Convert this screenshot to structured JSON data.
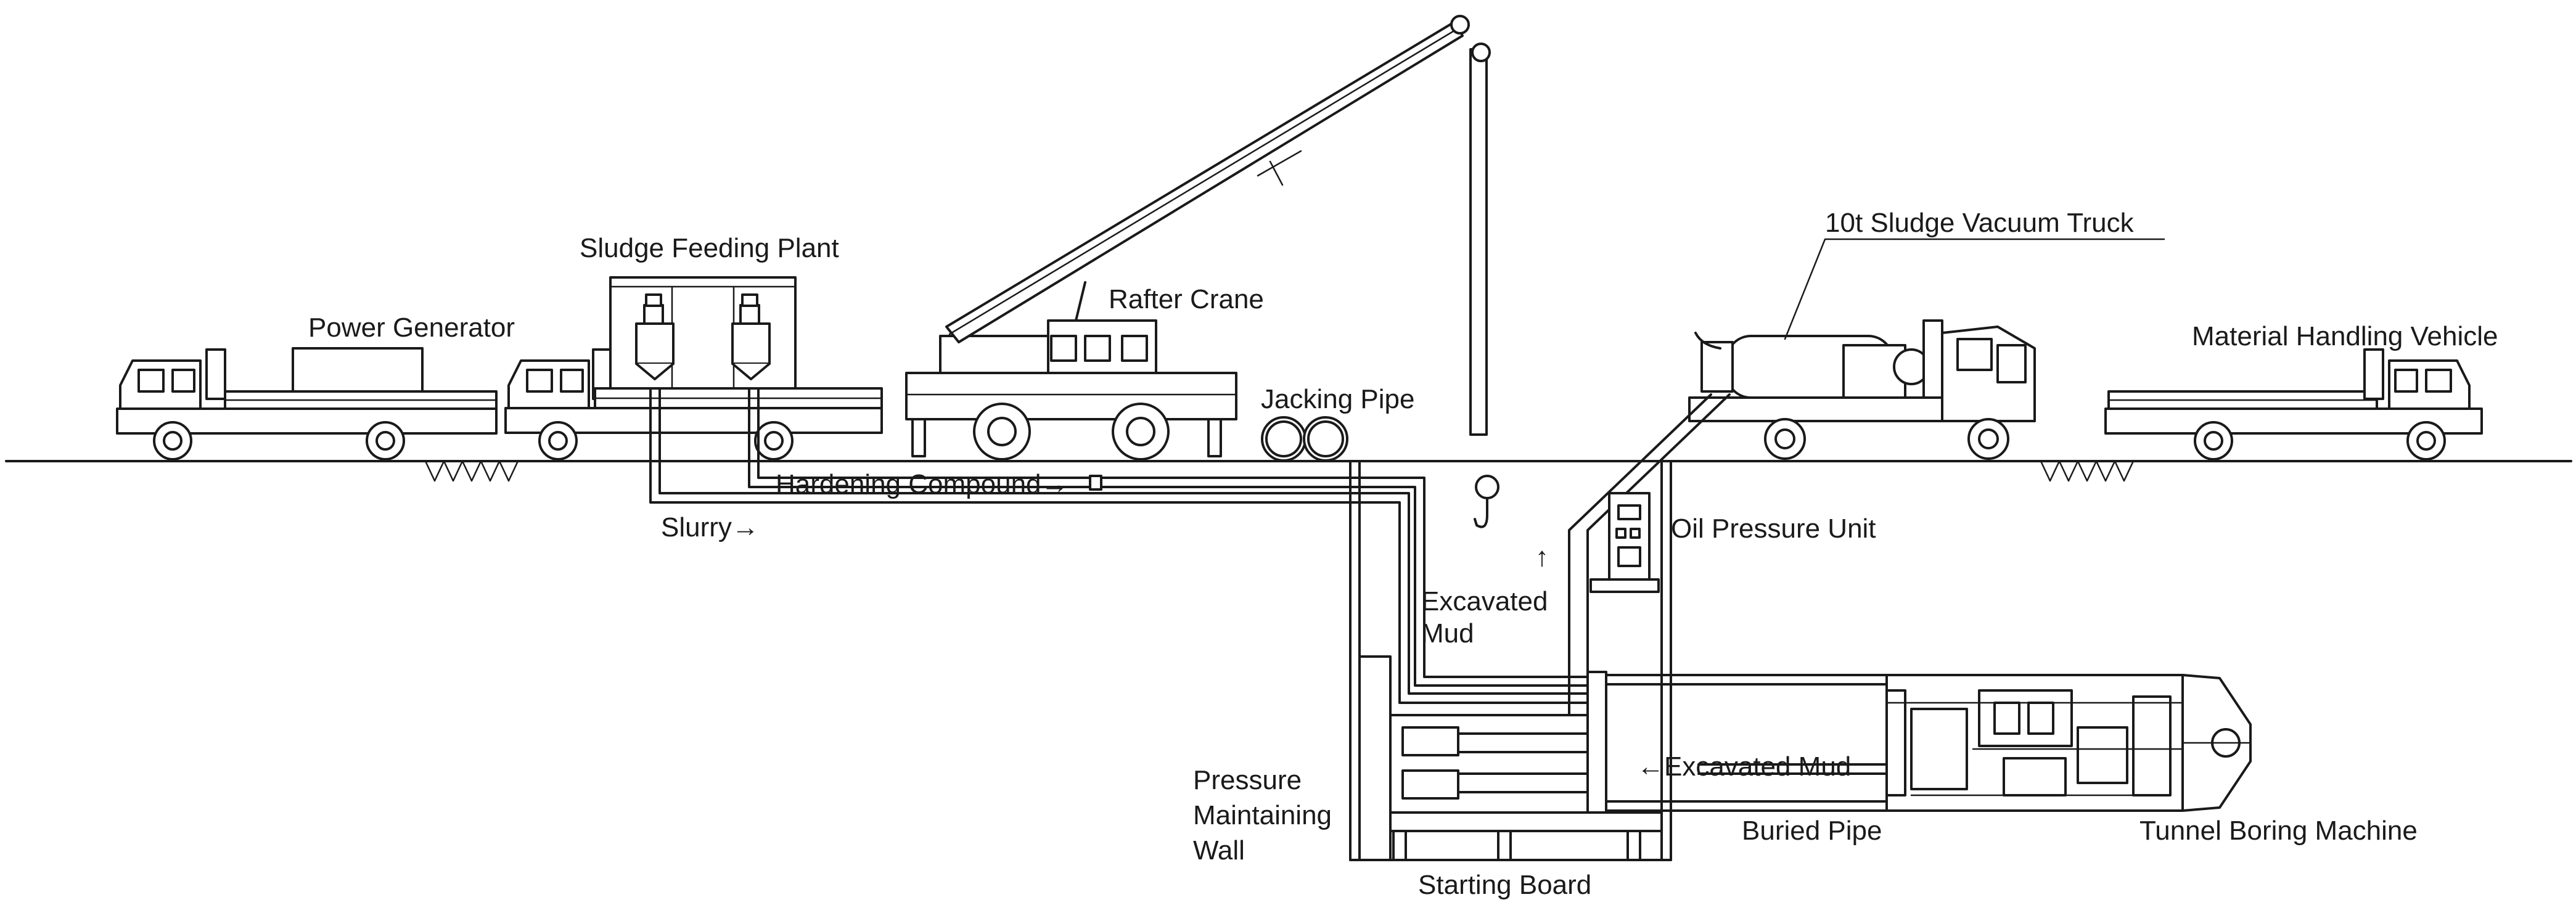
{
  "labels": {
    "power_generator": "Power Generator",
    "sludge_feeding_plant": "Sludge Feeding Plant",
    "rafter_crane": "Rafter Crane",
    "jacking_pipe": "Jacking Pipe",
    "vacuum_truck": "10t Sludge Vacuum Truck",
    "material_vehicle": "Material Handling Vehicle",
    "hardening_compound": "Hardening Compound→",
    "slurry": "Slurry→",
    "oil_pressure_unit": "Oil Pressure Unit",
    "excavated_mud_up_arrow": "↑",
    "excavated_mud_1": "Excavated",
    "excavated_mud_2": "Mud",
    "excavated_mud_left": "←Excavated Mud",
    "pressure_wall_1": "Pressure",
    "pressure_wall_2": "Maintaining",
    "pressure_wall_3": "Wall",
    "buried_pipe": "Buried Pipe",
    "tunnel_boring_machine": "Tunnel Boring Machine",
    "starting_board": "Starting Board"
  }
}
